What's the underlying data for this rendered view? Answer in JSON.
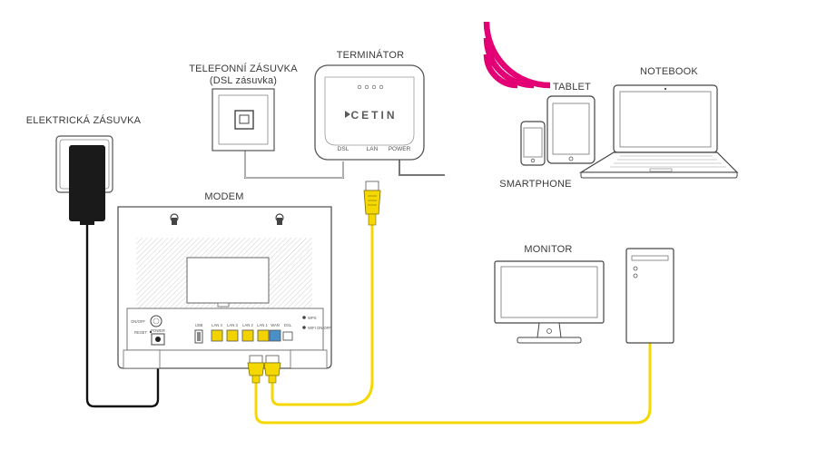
{
  "labels": {
    "outlet": "ELEKTRICKÁ ZÁSUVKA",
    "phone_socket_line1": "TELEFONNÍ ZÁSUVKA",
    "phone_socket_line2": "(DSL zásuvka)",
    "terminator": "TERMINÁTOR",
    "modem": "MODEM",
    "tablet": "TABLET",
    "notebook": "NOTEBOOK",
    "smartphone": "SMARTPHONE",
    "monitor": "MONITOR"
  },
  "terminator": {
    "logo": "CETIN",
    "ports": [
      "DSL",
      "LAN",
      "POWER"
    ]
  },
  "modem": {
    "left_labels": [
      "ON/OFF",
      "RESET",
      "POWER"
    ],
    "ports": [
      "USB",
      "LAN 4",
      "LAN 3",
      "LAN 2",
      "LAN 1",
      "WAN",
      "DSL"
    ],
    "right_labels": [
      "WPS",
      "WIFI ON/OFF"
    ]
  },
  "colors": {
    "accent": "#E20074",
    "cable_yellow": "#F5D800",
    "lan_yellow": "#F2D200",
    "wan_blue": "#4A90C8",
    "line": "#4a4a4a",
    "power_cable": "#111111"
  },
  "icons": {
    "wifi": "wifi-signal-icon"
  }
}
